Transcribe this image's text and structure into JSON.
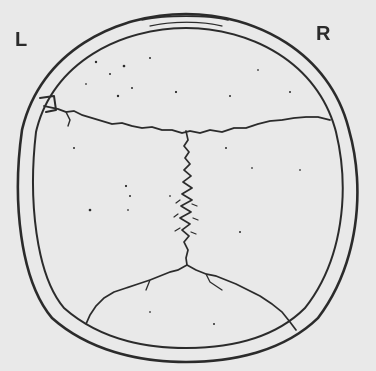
{
  "labels": {
    "left": "L",
    "right": "R"
  },
  "colors": {
    "background": "#e9e9e9",
    "ink": "#2b2b2b"
  },
  "figure": {
    "subject": "skull-superior-view-line-drawing",
    "parts": [
      "outer-table-outline",
      "inner-table-outline",
      "coronal-suture",
      "sagittal-suture",
      "lambdoid-suture"
    ]
  }
}
